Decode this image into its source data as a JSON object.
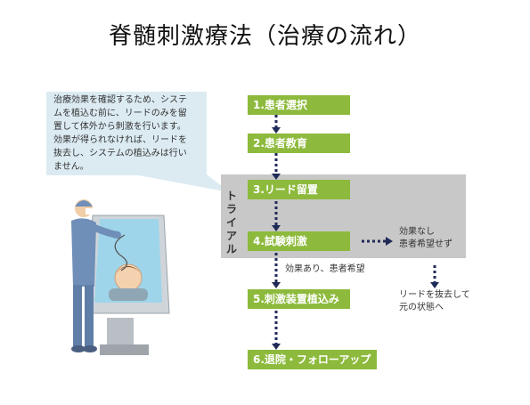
{
  "title": "脊髄刺激療法（治療の流れ）",
  "callout_lines": [
    "治療効果を確認するため、システ",
    "ムを植込む前に、リードのみを留",
    "置して体外から刺激を行います。",
    "効果が得られなければ、リードを",
    "抜去し、システムの植込みは行い",
    "ません。"
  ],
  "trial_label": "トライアル",
  "steps": [
    "1.患者選択",
    "2.患者教育",
    "3.リード留置",
    "4.試験刺激",
    "5.刺激装置植込み",
    "6.退院・フォローアップ"
  ],
  "notes": {
    "no_effect_line1": "効果なし",
    "no_effect_line2": "患者希望せず",
    "effect": "効果あり、患者希望",
    "remove_line1": "リードを抜去して",
    "remove_line2": "元の状態へ"
  },
  "colors": {
    "step_fill": "#8dba3c",
    "trial_region": "#c8c8c8",
    "callout": "#dcebf2",
    "arrow": "#1f2a57"
  },
  "illustration": "surgeon-and-patient-on-operating-table"
}
